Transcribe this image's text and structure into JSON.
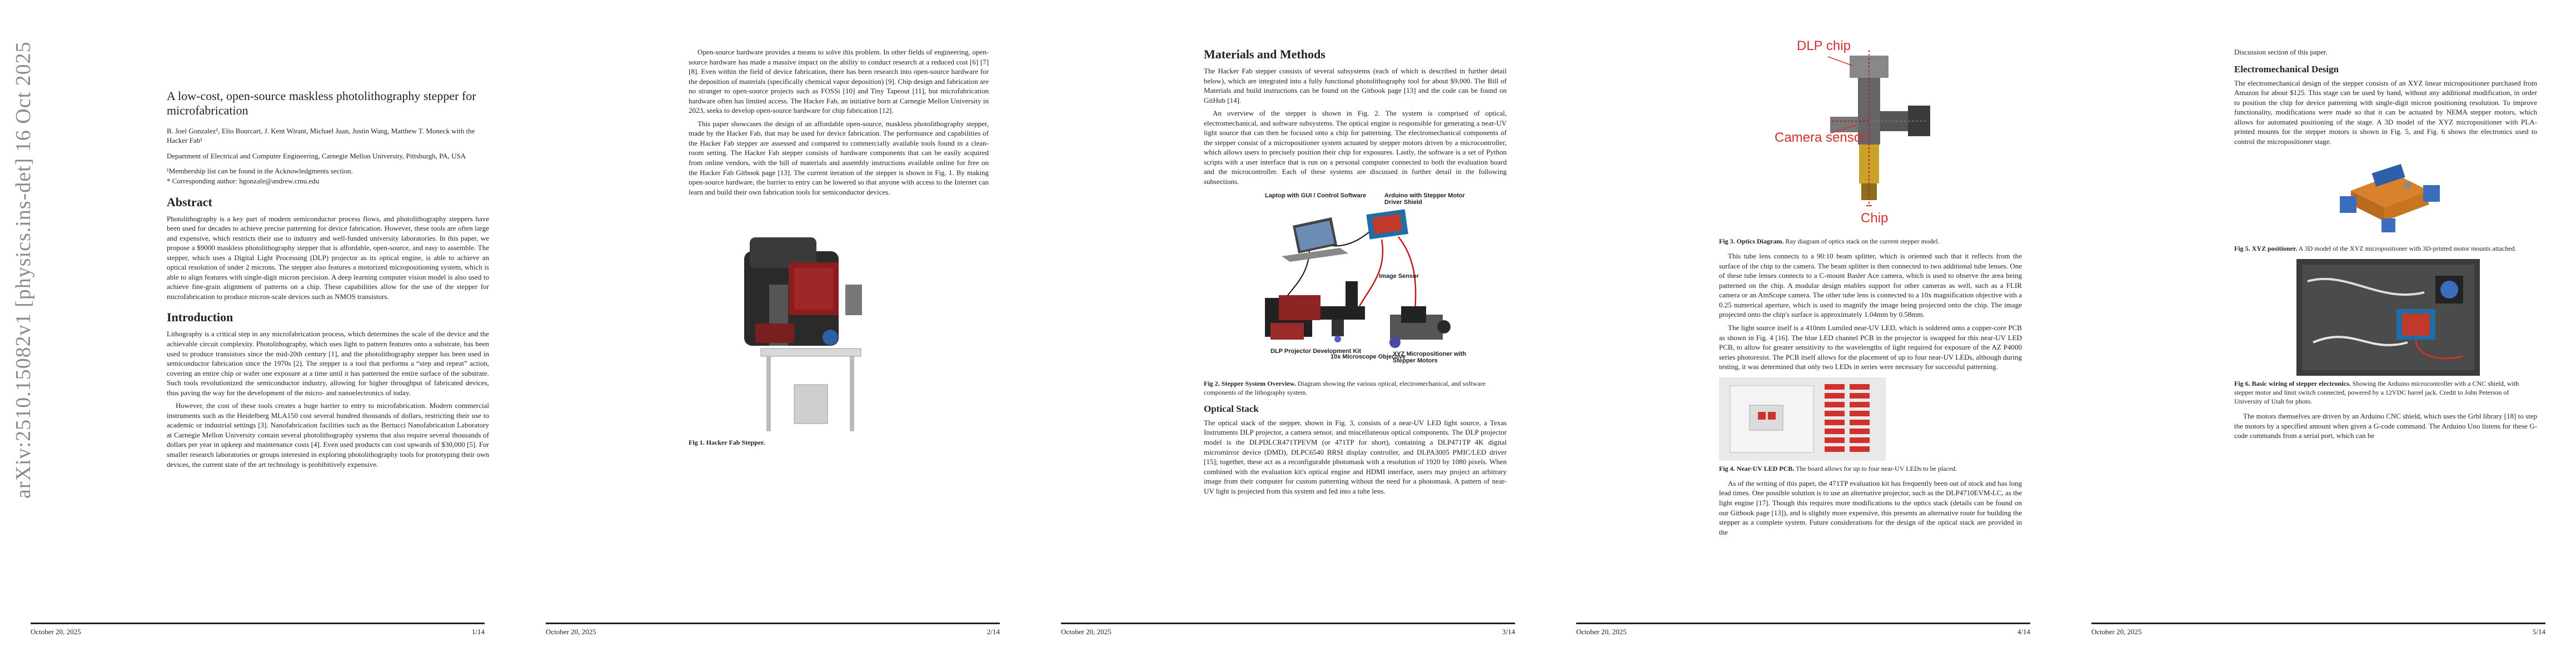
{
  "footer_date": "October 20, 2025",
  "arxiv_id": "arXiv:2510.15082v1  [physics.ins-det]  16 Oct 2025",
  "page_numbers": [
    "1/14",
    "2/14",
    "3/14",
    "4/14",
    "5/14"
  ],
  "p1": {
    "title": "A low-cost, open-source maskless photolithography stepper for microfabrication",
    "authors": "B. Joel Gonzalez¹, Elio Bourcart, J. Kent Wirant, Michael Juan, Justin Wang, Matthew T. Moneck with the Hacker Fab¹",
    "affiliation": "Department of Electrical and Computer Engineering, Carnegie Mellon University, Pittsburgh, PA, USA",
    "note1": "¹Membership list can be found in the Acknowledgments section.",
    "note2": "* Corresponding author: hgonzale@andrew.cmu.edu",
    "abstract_heading": "Abstract",
    "abstract": "Photolithography is a key part of modern semiconductor process flows, and photolithography steppers have been used for decades to achieve precise patterning for device fabrication. However, these tools are often large and expensive, which restricts their use to industry and well-funded university laboratories. In this paper, we propose a $9000 maskless photolithography stepper that is affordable, open-source, and easy to assemble. The stepper, which uses a Digital Light Processing (DLP) projector as its optical engine, is able to achieve an optical resolution of under 2 microns. The stepper also features a motorized micropositioning system, which is able to align features with single-digit micron precision. A deep learning computer vision model is also used to achieve fine-grain alignment of patterns on a chip. These capabilities allow for the use of the stepper for microfabrication to produce micron-scale devices such as NMOS transistors.",
    "intro_heading": "Introduction",
    "intro1": "Lithography is a critical step in any microfabrication process, which determines the scale of the device and the achievable circuit complexity. Photolithography, which uses light to pattern features onto a substrate, has been used to produce transistors since the mid-20th century [1], and the photolithography stepper has been used in semiconductor fabrication since the 1970s [2]. The stepper is a tool that performs a “step and repeat” action, covering an entire chip or wafer one exposure at a time until it has patterned the entire surface of the substrate. Such tools revolutionized the semiconductor industry, allowing for higher throughput of fabricated devices, thus paving the way for the development of the micro- and nanoelectronics of today.",
    "intro2": "However, the cost of these tools creates a huge barrier to entry to microfabrication. Modern commercial instruments such as the Heidelberg MLA150 cost several hundred thousands of dollars, restricting their use to academic or industrial settings [3]. Nanofabrication facilities such as the Bertucci Nanofabrication Laboratory at Carnegie Mellon University contain several photolithography systems that also require several thousands of dollars per year in upkeep and maintenance costs [4]. Even used products can cost upwards of $30,000 [5]. For smaller research laboratories or groups interested in exploring photolithography tools for prototyping their own devices, the current state of the art technology is prohibitively expensive."
  },
  "p2": {
    "para1": "Open-source hardware provides a means to solve this problem. In other fields of engineering, open-source hardware has made a massive impact on the ability to conduct research at a reduced cost [6] [7] [8]. Even within the field of device fabrication, there has been research into open-source hardware for the deposition of materials (specifically chemical vapor deposition) [9]. Chip design and fabrication are no stranger to open-source projects such as FOSSi [10] and Tiny Tapeout [11], but microfabrication hardware often has limited access. The Hacker Fab, an initiative born at Carnegie Mellon University in 2023, seeks to develop open-source hardware for chip fabrication [12].",
    "para2": "This paper showcases the design of an affordable open-source, maskless photolithography stepper, made by the Hacker Fab, that may be used for device fabrication. The performance and capabilities of the Hacker Fab stepper are assessed and compared to commercially available tools found in a clean-room setting. The Hacker Fab stepper consists of hardware components that can be easily acquired from online vendors, with the bill of materials and assembly instructions available online for free on the Hacker Fab Gitbook page [13]. The current iteration of the stepper is shown in Fig. 1. By making open-source hardware, the barrier to entry can be lowered so that anyone with access to the Internet can learn and build their own fabrication tools for semiconductor devices.",
    "fig1_caption_label": "Fig 1.",
    "fig1_caption": "Hacker Fab Stepper."
  },
  "p3": {
    "heading": "Materials and Methods",
    "para1": "The Hacker Fab stepper consists of several subsystems (each of which is described in further detail below), which are integrated into a fully functional photolithography tool for about $9,000. The Bill of Materials and build instructions can be found on the Gitbook page [13] and the code can be found on GitHub [14].",
    "para2": "An overview of the stepper is shown in Fig. 2. The system is comprised of optical, electromechanical, and software subsystems. The optical engine is responsible for generating a near-UV light source that can then be focused onto a chip for patterning. The electromechanical components of the stepper consist of a micropositioner system actuated by stepper motors driven by a microcontroller, which allows users to precisely position their chip for exposures. Lastly, the software is a set of Python scripts with a user interface that is run on a personal computer connected to both the evaluation board and the microcontroller. Each of these systems are discussed in further detail in the following subsections.",
    "fig2_labels": {
      "laptop": "Laptop with GUI / Control Software",
      "arduino": "Arduino with Stepper Motor Driver Shield",
      "image_sensor": "Image Sensor",
      "dlp": "DLP Projector Development Kit",
      "objective": "10x Microscope Objective",
      "xyz": "XYZ Micropositioner with Stepper Motors"
    },
    "fig2_caption_label": "Fig 2.",
    "fig2_caption_title": "Stepper System Overview.",
    "fig2_caption": "Diagram showing the various optical, electromechanical, and software components of the lithography system.",
    "optical_heading": "Optical Stack",
    "optical_para": "The optical stack of the stepper, shown in Fig. 3, consists of a near-UV LED light source, a Texas Instruments DLP projector, a camera sensor, and miscellaneous optical components. The DLP projector model is the DLPDLCR471TPEVM (or 471TP for short), containing a DLP471TP 4K digital micromirror device (DMD), DLPC6540 BRSI display controller, and DLPA3005 PMIC/LED driver [15]; together, these act as a reconfigurable photomask with a resolution of 1920 by 1080 pixels. When combined with the evaluation kit's optical engine and HDMI interface, users may project an arbitrary image from their computer for custom patterning without the need for a photomask. A pattern of near-UV light is projected from this system and fed into a tube lens."
  },
  "p4": {
    "fig3_labels": {
      "dlp_chip": "DLP chip",
      "camera_sensor": "Camera sensor",
      "chip": "Chip"
    },
    "fig3_caption_label": "Fig 3.",
    "fig3_caption_title": "Optics Diagram.",
    "fig3_caption": "Ray diagram of optics stack on the current stepper model.",
    "para1": "This tube lens connects to a 90:10 beam splitter, which is oriented such that it reflects from the surface of the chip to the camera. The beam splitter is then connected to two additional tube lenses. One of these tube lenses connects to a C-mount Basler Ace camera, which is used to observe the area being patterned on the chip. A modular design enables support for other cameras as well, such as a FLIR camera or an AmScope camera. The other tube lens is connected to a 10x magnification objective with a 0.25 numerical aperture, which is used to magnify the image being projected onto the chip. The image projected onto the chip's surface is approximately 1.04mm by 0.58mm.",
    "para2": "The light source itself is a 410nm Lumiled near-UV LED, which is soldered onto a copper-core PCB as shown in Fig. 4 [16]. The blue LED channel PCB in the projector is swapped for this near-UV LED PCB, to allow for greater sensitivity to the wavelengths of light required for exposure of the AZ P4000 series photoresist. The PCB itself allows for the placement of up to four near-UV LEDs, although during testing, it was determined that only two LEDs in series were necessary for successful patterning.",
    "fig4_caption_label": "Fig 4.",
    "fig4_caption_title": "Near-UV LED PCB.",
    "fig4_caption": "The board allows for up to four near-UV LEDs to be placed.",
    "para3": "As of the writing of this paper, the 471TP evaluation kit has frequently been out of stock and has long lead times. One possible solution is to use an alternative projector, such as the DLP4710EVM-LC, as the light engine [17]. Though this requires more modifications to the optics stack (details can be found on our Gitbook page [13]), and is slightly more expensive, this presents an alternative route for building the stepper as a complete system. Future considerations for the design of the optical stack are provided in the"
  },
  "p5": {
    "para0": "Discussion section of this paper.",
    "heading": "Electromechanical Design",
    "para1": "The electromechanical design of the stepper consists of an XYZ linear micropositioner purchased from Amazon for about $125. This stage can be used by hand, without any additional modification, in order to position the chip for device patterning with single-digit micron positioning resolution. To improve functionality, modifications were made so that it can be actuated by NEMA stepper motors, which allows for automated positioning of the stage. A 3D model of the XYZ micropositioner with PLA-printed mounts for the stepper motors is shown in Fig. 5, and Fig. 6 shows the electronics used to control the micropositioner stage.",
    "fig5_caption_label": "Fig 5.",
    "fig5_caption_title": "XYZ positioner.",
    "fig5_caption": "A 3D model of the XYZ micropositioner with 3D-printed motor mounts attached.",
    "fig6_caption_label": "Fig 6.",
    "fig6_caption_title": "Basic wiring of stepper electronics.",
    "fig6_caption": "Showing the Arduino microcontroller with a CNC shield, with stepper motor and limit switch connected, powered by a 12VDC barrel jack. Credit to John Peterson of University of Utah for photo.",
    "para2": "The motors themselves are driven by an Arduino CNC shield, which uses the Grbl library [18] to step the motors by a specified amount when given a G-code command. The Arduino Uno listens for these G-code commands from a serial port, which can be"
  }
}
